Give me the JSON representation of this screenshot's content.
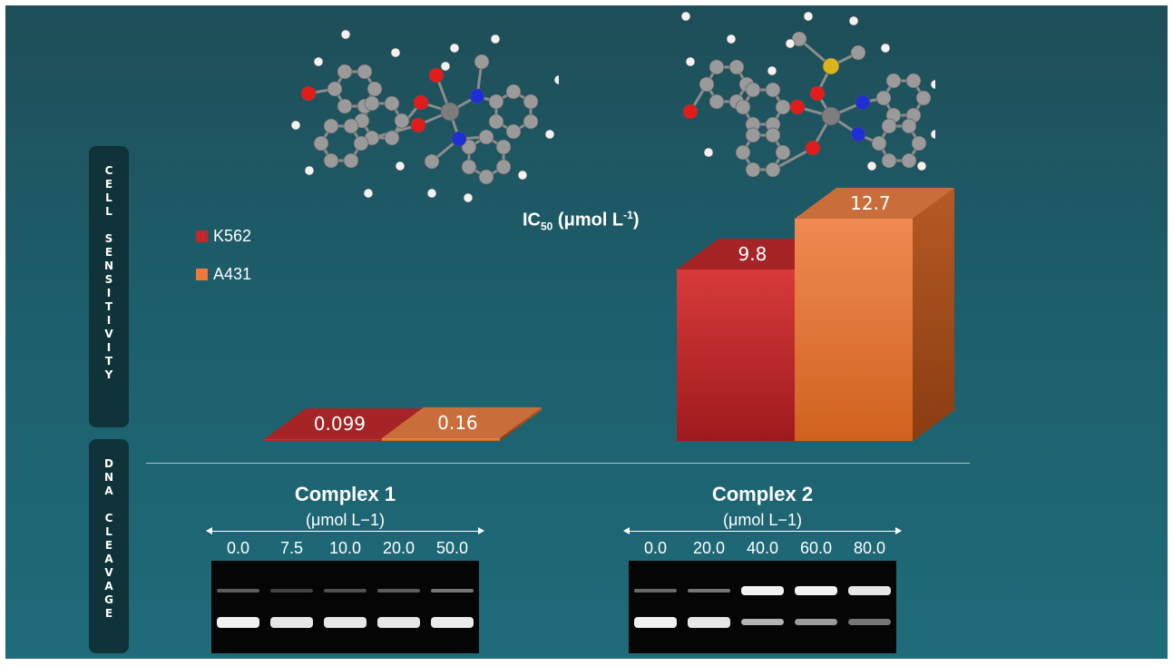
{
  "side_labels": {
    "top": [
      "C",
      "E",
      "L",
      "L",
      " ",
      "S",
      "E",
      "N",
      "S",
      "I",
      "T",
      "I",
      "V",
      "I",
      "T",
      "Y"
    ],
    "bottom": [
      "D",
      "N",
      "A",
      " ",
      "C",
      "L",
      "E",
      "A",
      "V",
      "A",
      "G",
      "E"
    ]
  },
  "ic50_label": {
    "main": "IC",
    "sub": "50",
    "unit_open": " (μmol L",
    "sup": "-1",
    "unit_close": ")"
  },
  "colors": {
    "k562": "#c1272d",
    "a431": "#ee7a3a"
  },
  "chart_data": {
    "type": "bar",
    "categories": [
      "Complex 1",
      "Complex 2"
    ],
    "series": [
      {
        "name": "K562",
        "values": [
          0.099,
          9.8
        ],
        "labels": [
          "0.099",
          "9.8"
        ]
      },
      {
        "name": "A431",
        "values": [
          0.16,
          12.7
        ],
        "labels": [
          "0.16",
          "12.7"
        ]
      }
    ],
    "ylabel": "IC50 (μmol L-1)",
    "legend": "left",
    "grid": false
  },
  "gels": [
    {
      "title": "Complex 1",
      "unit": "(μmol L−1)",
      "concentrations": [
        "0.0",
        "7.5",
        "10.0",
        "20.0",
        "50.0"
      ],
      "upper_band_intensity": [
        0.35,
        0.25,
        0.3,
        0.35,
        0.45
      ],
      "lower_band_intensity": [
        0.95,
        0.9,
        0.9,
        0.9,
        0.92
      ]
    },
    {
      "title": "Complex 2",
      "unit": "(μmol L−1)",
      "concentrations": [
        "0.0",
        "20.0",
        "40.0",
        "60.0",
        "80.0"
      ],
      "upper_band_intensity": [
        0.4,
        0.45,
        0.95,
        0.95,
        0.9
      ],
      "lower_band_intensity": [
        0.95,
        0.9,
        0.7,
        0.6,
        0.45
      ]
    }
  ]
}
